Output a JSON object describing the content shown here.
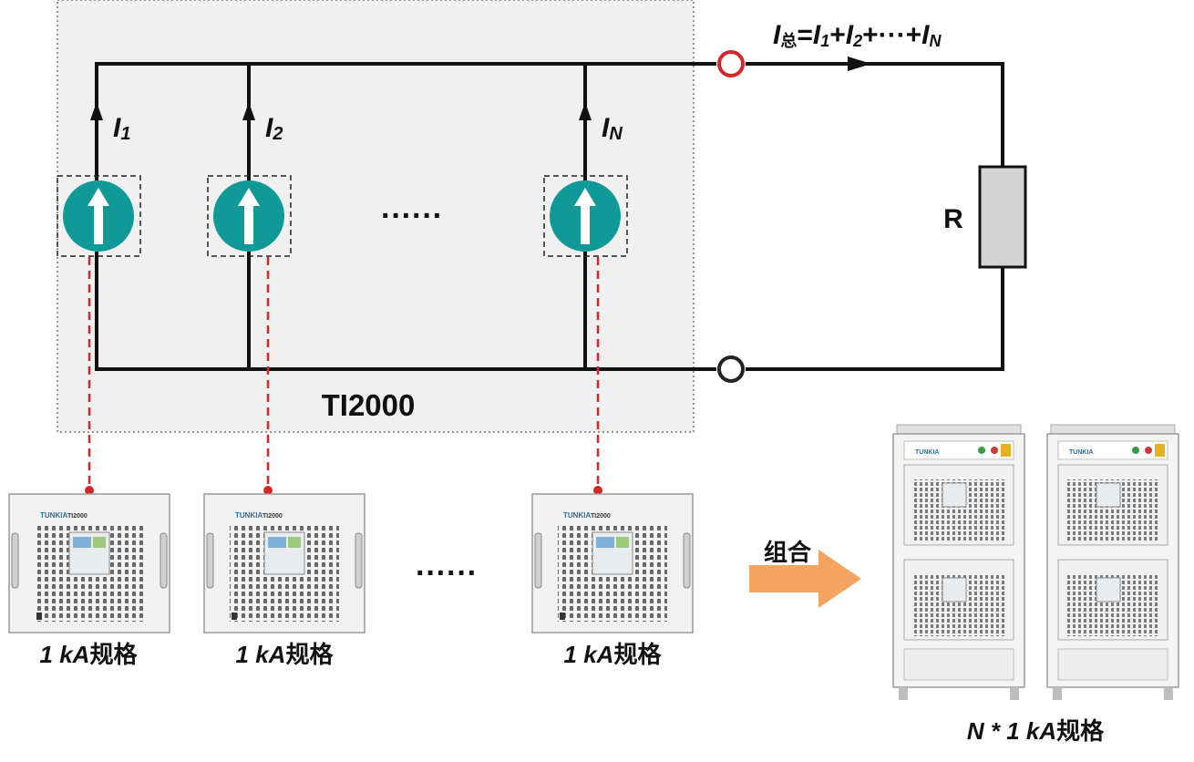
{
  "system_box": {
    "label": "TI2000"
  },
  "circuit": {
    "total_current": {
      "i": "I",
      "sub_total": "总",
      "eq": "=",
      "i1": "I",
      "s1": "1",
      "plus1": "+",
      "i2": "I",
      "s2": "2",
      "plus_dots": "+···+",
      "iN": "I",
      "sN": "N"
    },
    "branch_labels": [
      {
        "i": "I",
        "sub": "1"
      },
      {
        "i": "I",
        "sub": "2"
      },
      {
        "i": "I",
        "sub": "N"
      }
    ],
    "ellipsis": "······",
    "resistor_label": "R"
  },
  "units": {
    "brand": "TUNKIA",
    "model": "TI2000",
    "items": [
      {
        "rating": "1 kA",
        "suffix": "规格"
      },
      {
        "rating": "1 kA",
        "suffix": "规格"
      },
      {
        "rating": "1 kA",
        "suffix": "规格"
      }
    ],
    "ellipsis": "······"
  },
  "combine": {
    "label": "组合",
    "arrow_color": "#f4a460"
  },
  "combined_rack": {
    "rating": "N * 1 kA",
    "suffix": "规格"
  },
  "colors": {
    "source_fill": "#0f9a98",
    "terminal_top": "#d62728",
    "dashed_link": "#d62728",
    "resistor_fill": "#d4d4d4",
    "system_box_fill": "#f0f0f0"
  }
}
